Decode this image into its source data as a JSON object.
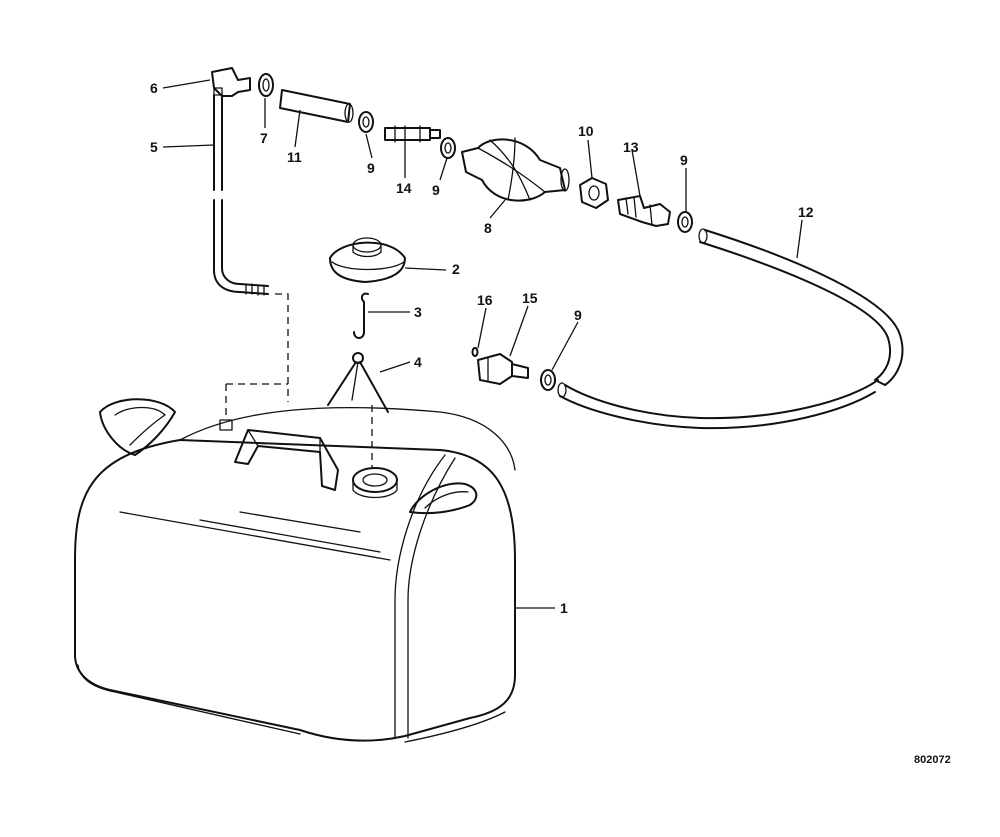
{
  "figure_number": "802072",
  "callouts": {
    "c1": "1",
    "c2": "2",
    "c3": "3",
    "c4": "4",
    "c5": "5",
    "c6": "6",
    "c7": "7",
    "c8": "8",
    "c9": "9",
    "c10": "10",
    "c11": "11",
    "c12": "12",
    "c13": "13",
    "c14": "14",
    "c15": "15",
    "c16": "16"
  },
  "parts": [
    {
      "callout": "1",
      "icon": "fuel-tank-icon"
    },
    {
      "callout": "2",
      "icon": "filler-cap-icon"
    },
    {
      "callout": "3",
      "icon": "retaining-hook-icon"
    },
    {
      "callout": "4",
      "icon": "cap-chain-icon"
    },
    {
      "callout": "5",
      "icon": "pickup-tube-icon"
    },
    {
      "callout": "6",
      "icon": "elbow-fitting-icon"
    },
    {
      "callout": "7",
      "icon": "clamp-icon"
    },
    {
      "callout": "8",
      "icon": "primer-bulb-icon"
    },
    {
      "callout": "9",
      "icon": "clamp-icon"
    },
    {
      "callout": "10",
      "icon": "nut-icon"
    },
    {
      "callout": "11",
      "icon": "hose-icon"
    },
    {
      "callout": "12",
      "icon": "fuel-line-hose-icon"
    },
    {
      "callout": "13",
      "icon": "connector-fitting-icon"
    },
    {
      "callout": "14",
      "icon": "check-valve-icon"
    },
    {
      "callout": "15",
      "icon": "engine-connector-icon"
    },
    {
      "callout": "16",
      "icon": "o-ring-icon"
    }
  ]
}
